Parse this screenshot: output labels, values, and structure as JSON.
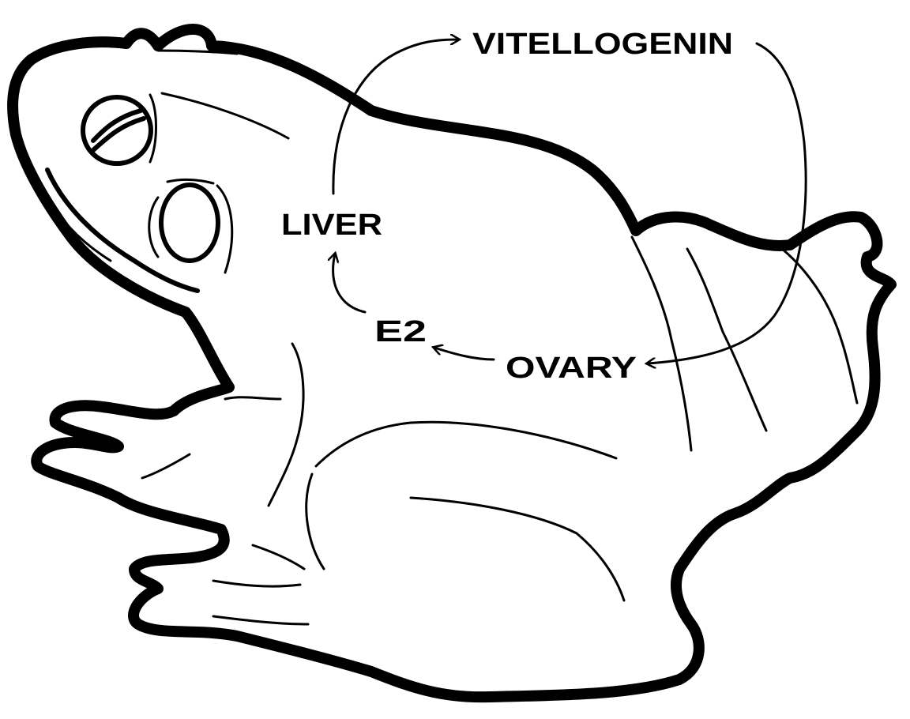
{
  "diagram": {
    "labels": {
      "vitellogenin": "VITELLOGENIN",
      "liver": "LIVER",
      "e2": "E2",
      "ovary": "OVARY"
    },
    "colors": {
      "ink": "#000000",
      "background": "#ffffff"
    }
  }
}
